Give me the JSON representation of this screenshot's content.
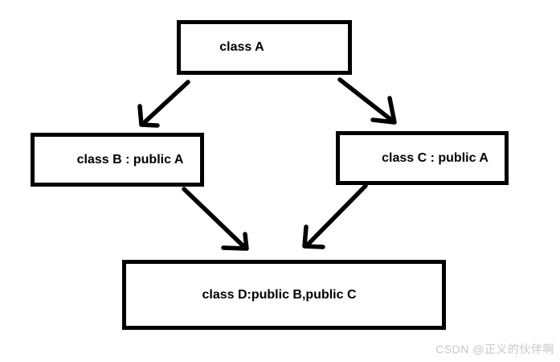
{
  "diagram": {
    "type": "class-inheritance",
    "nodes": [
      {
        "id": "A",
        "label": "class A"
      },
      {
        "id": "B",
        "label": "class B : public A"
      },
      {
        "id": "C",
        "label": "class C : public A"
      },
      {
        "id": "D",
        "label": "class D:public B,public C"
      }
    ],
    "edges": [
      {
        "from": "A",
        "to": "B"
      },
      {
        "from": "A",
        "to": "C"
      },
      {
        "from": "B",
        "to": "D"
      },
      {
        "from": "C",
        "to": "D"
      }
    ],
    "colors": {
      "background": "#ffffff",
      "box_border": "#000000",
      "box_fill": "#ffffff",
      "text": "#000000",
      "arrow": "#000000",
      "watermark": "#c7c7c7"
    }
  },
  "watermark": {
    "text": "CSDN @正义的伙伴啊"
  }
}
